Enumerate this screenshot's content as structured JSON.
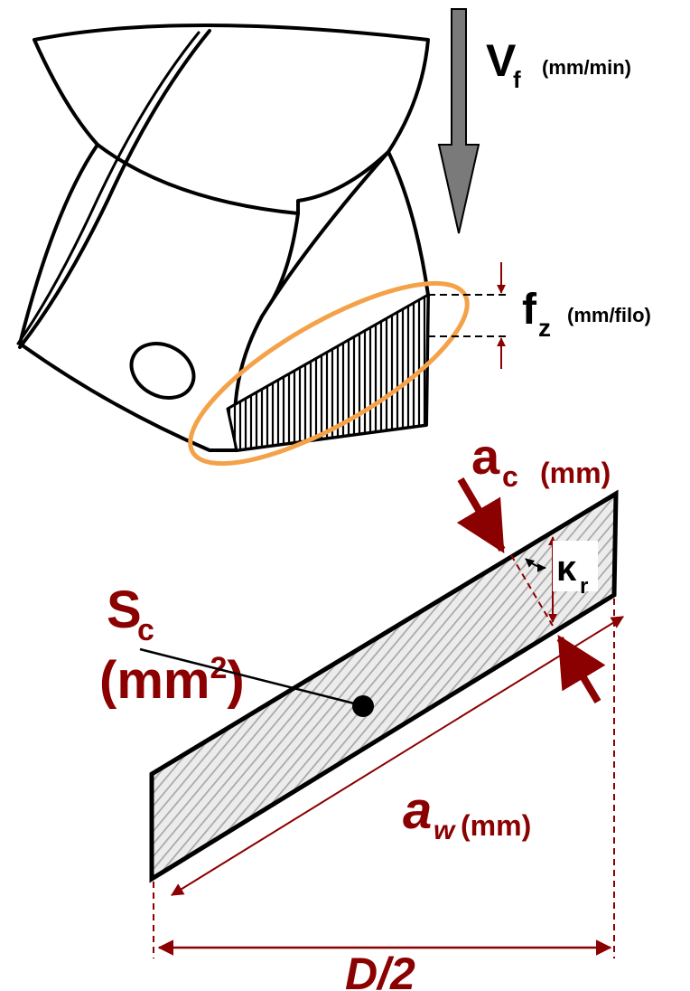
{
  "labels": {
    "vf_main": "V",
    "vf_sub": "f",
    "vf_unit": "(mm/min)",
    "fz_main": "f",
    "fz_sub": "z",
    "fz_unit": "(mm/filo)",
    "ac_main": "a",
    "ac_sub": "c",
    "ac_unit": "(mm)",
    "kappa_main": "κ",
    "kappa_sub": "r",
    "sc_main": "S",
    "sc_sub": "c",
    "sc_unit_base": "(mm",
    "sc_unit_exp": "2",
    "sc_unit_close": ")",
    "aw_main": "a",
    "aw_sub": "w",
    "aw_unit": "(mm)",
    "d2": "D/2"
  },
  "colors": {
    "outline": "#000000",
    "dim_red": "#8b0000",
    "highlight_orange": "#f4a24a",
    "feed_arrow": "#7a7a7a",
    "hatch_gray": "#a9a9a9"
  }
}
